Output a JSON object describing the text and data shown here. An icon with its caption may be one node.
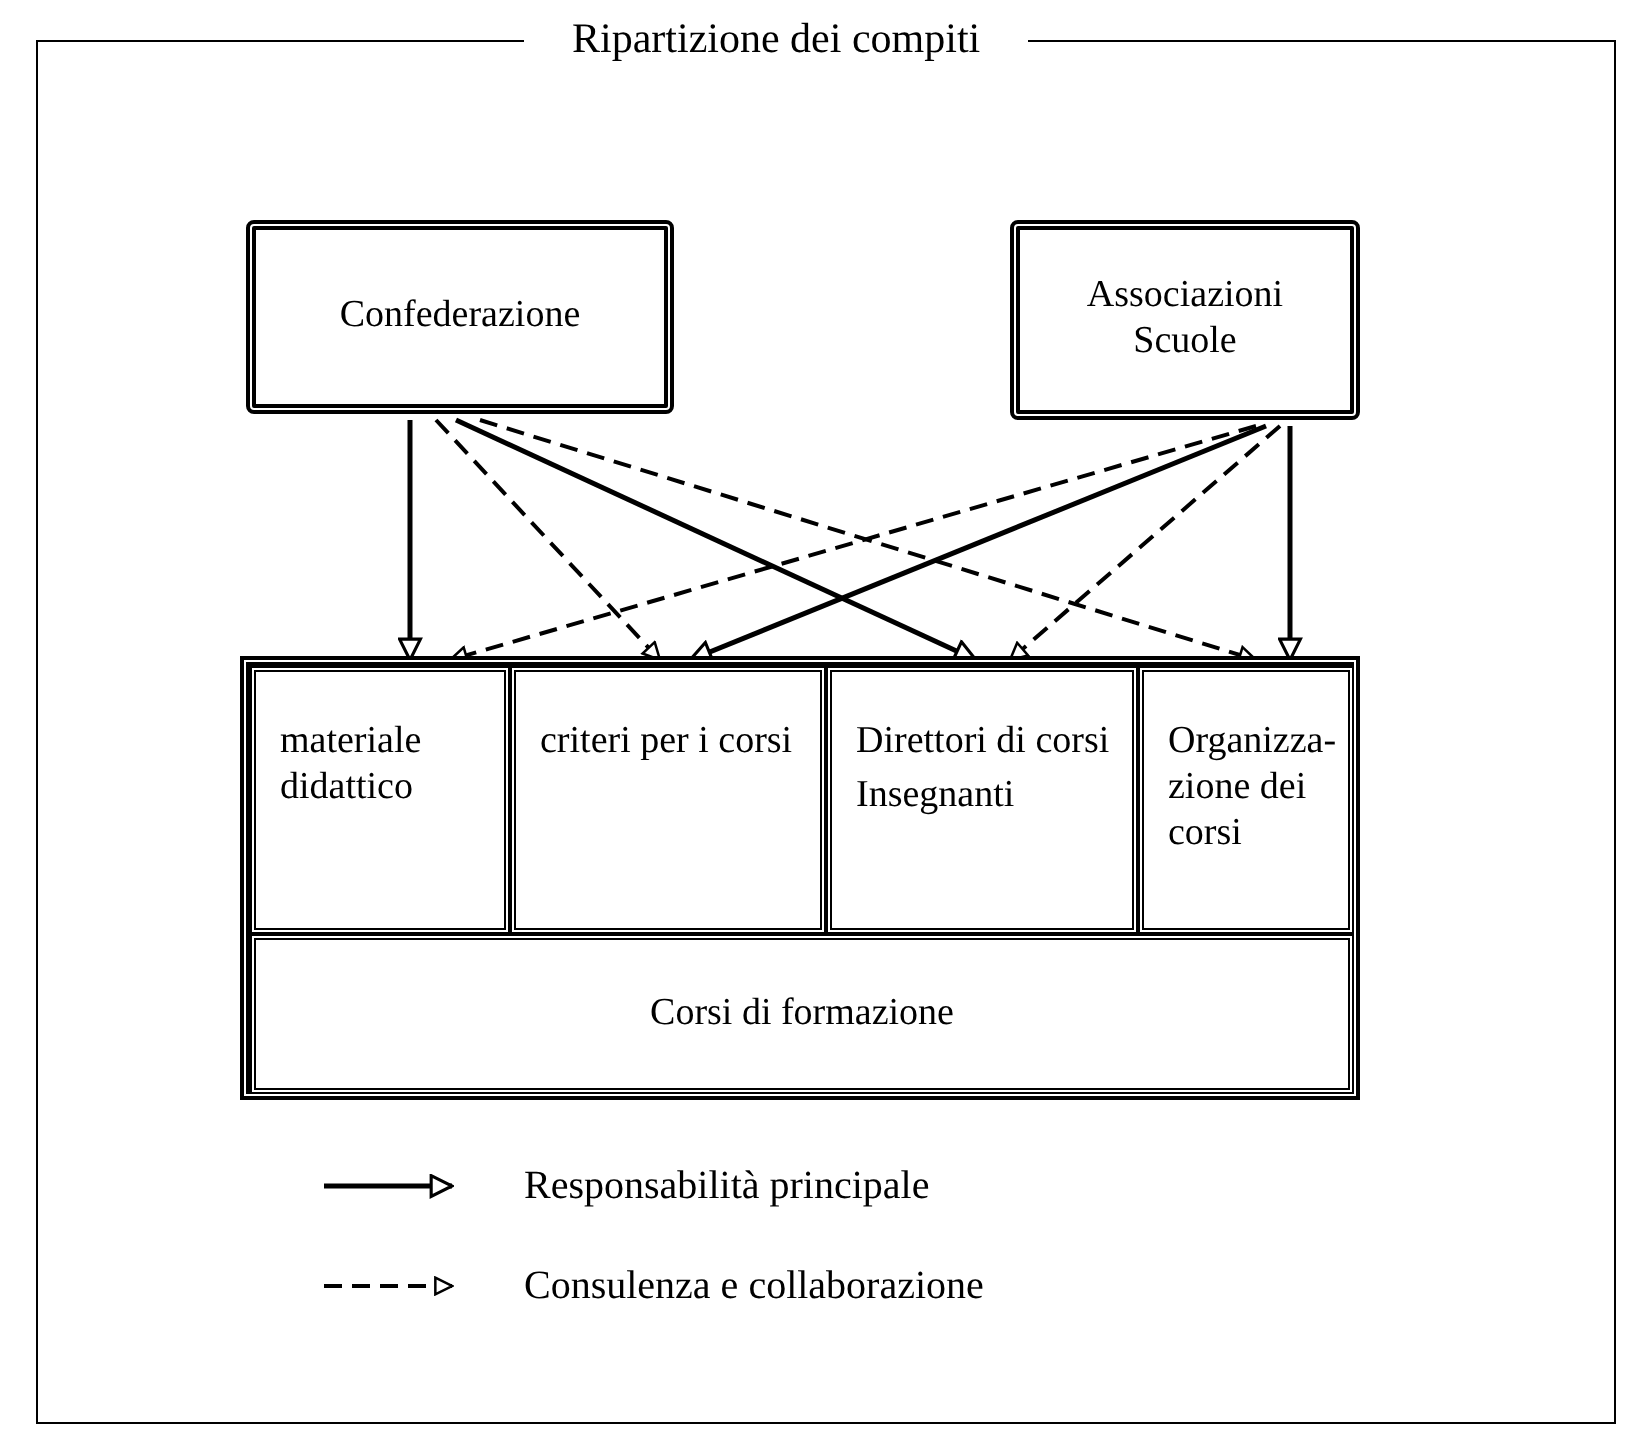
{
  "diagram": {
    "title": "Ripartizione dei compiti",
    "nodes": [
      {
        "text": [
          "Confederazione"
        ]
      },
      {
        "text": [
          "Associazioni Scuole"
        ]
      },
      {
        "text": [],
        "shape": "box"
      },
      {
        "text": [
          "materiale didattico"
        ],
        "in": 2
      },
      {
        "text": [
          "criteri per i corsi"
        ],
        "in": 2
      },
      {
        "text": [
          "Direttori di corsi",
          "Insegnanti"
        ],
        "in": 2
      },
      {
        "text": [
          "Organizza- zione dei corsi"
        ],
        "in": 2
      },
      {
        "text": [
          "Corsi di formazione"
        ],
        "in": 2
      }
    ],
    "edges": [
      {
        "from": 0,
        "to": 3,
        "arrow": "to"
      },
      {
        "from": 0,
        "to": 4,
        "arrow": "to",
        "style": "dashed"
      },
      {
        "from": 0,
        "to": 5,
        "arrow": "to"
      },
      {
        "from": 0,
        "to": 6,
        "arrow": "to",
        "style": "dashed"
      },
      {
        "from": 1,
        "to": 3,
        "arrow": "to",
        "style": "dashed"
      },
      {
        "from": 1,
        "to": 4,
        "arrow": "to"
      },
      {
        "from": 1,
        "to": 5,
        "arrow": "to",
        "style": "dashed"
      },
      {
        "from": 1,
        "to": 6,
        "arrow": "to"
      }
    ],
    "legend": [
      {
        "text": "Responsabilità principale"
      },
      {
        "text": "Consulenza e collaborazione"
      }
    ]
  }
}
